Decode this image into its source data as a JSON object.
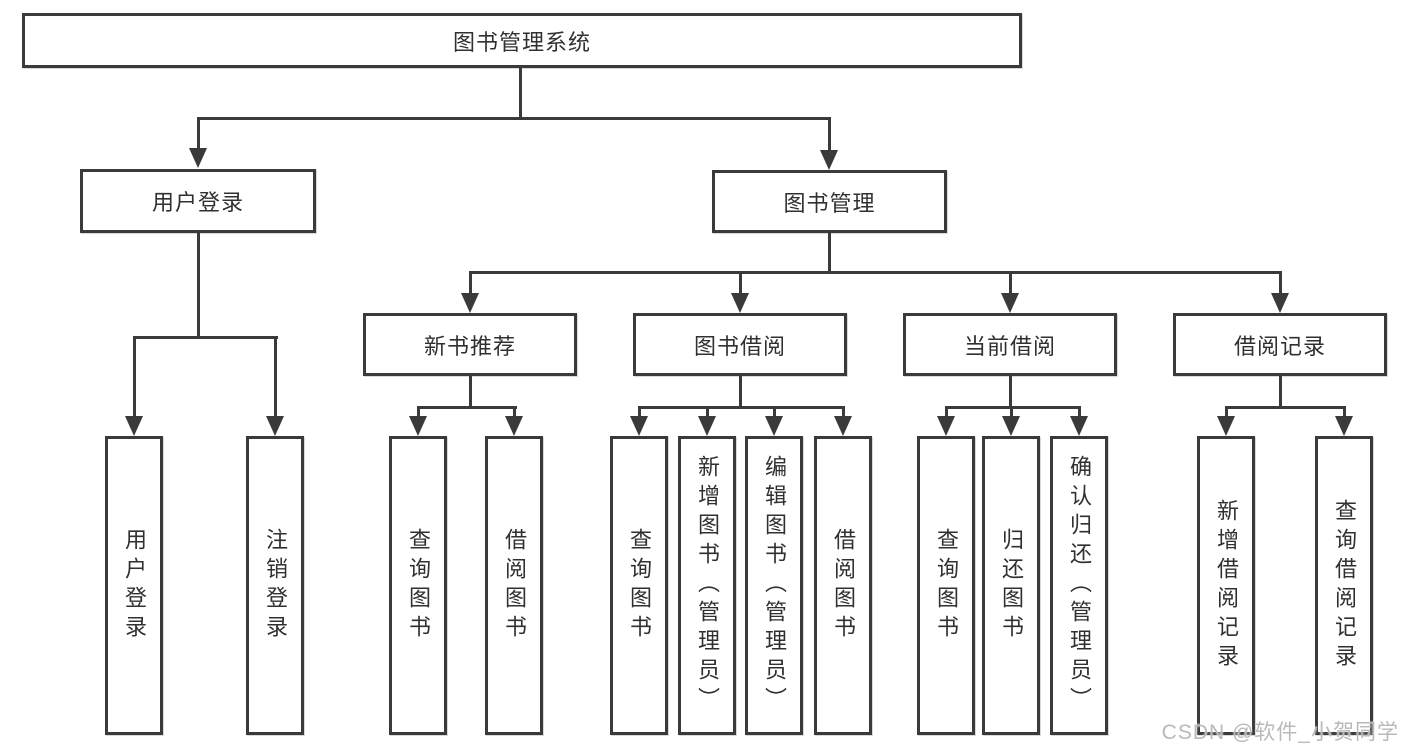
{
  "colors": {
    "line": "#3a3a3a",
    "text": "#303030",
    "background": "#ffffff",
    "watermark": "#b9b9b9"
  },
  "tree": {
    "root": {
      "label": "图书管理系统"
    },
    "branches": [
      {
        "label": "用户登录",
        "children": [
          {
            "label": "用户登录"
          },
          {
            "label": "注销登录"
          }
        ]
      },
      {
        "label": "图书管理",
        "sections": [
          {
            "label": "新书推荐",
            "children": [
              {
                "label": "查询图书"
              },
              {
                "label": "借阅图书"
              }
            ]
          },
          {
            "label": "图书借阅",
            "children": [
              {
                "label": "查询图书"
              },
              {
                "label": "新增图书（管理员）"
              },
              {
                "label": "编辑图书（管理员）"
              },
              {
                "label": "借阅图书"
              }
            ]
          },
          {
            "label": "当前借阅",
            "children": [
              {
                "label": "查询图书"
              },
              {
                "label": "归还图书"
              },
              {
                "label": "确认归还（管理员）"
              }
            ]
          },
          {
            "label": "借阅记录",
            "children": [
              {
                "label": "新增借阅记录"
              },
              {
                "label": "查询借阅记录"
              }
            ]
          }
        ]
      }
    ]
  },
  "watermark": "CSDN @软件_小贺同学"
}
